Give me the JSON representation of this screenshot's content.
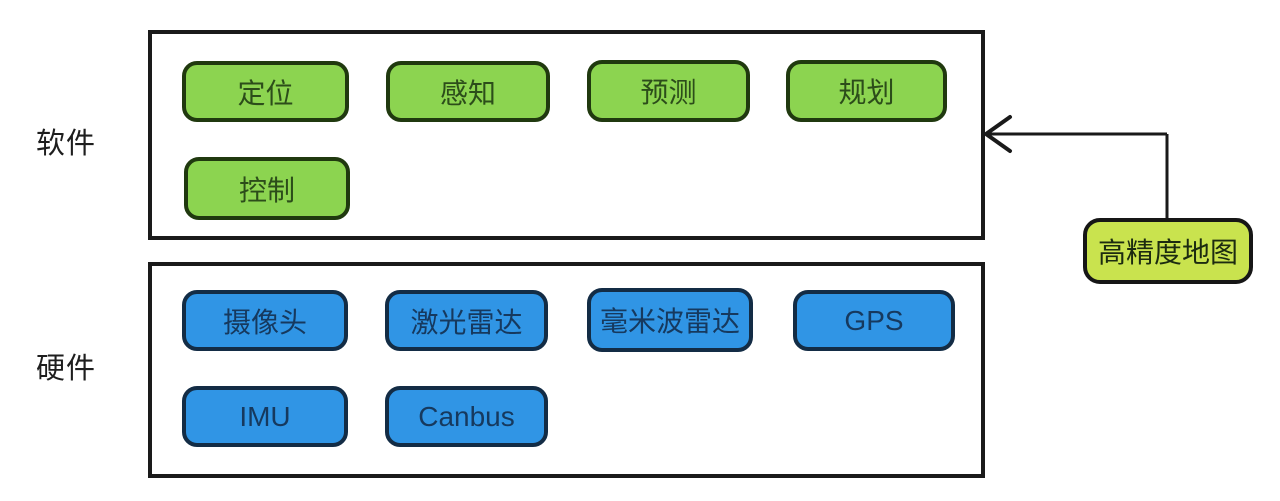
{
  "software": {
    "label": "软件",
    "modules": [
      {
        "name": "localization",
        "label": "定位"
      },
      {
        "name": "perception",
        "label": "感知"
      },
      {
        "name": "prediction",
        "label": "预测"
      },
      {
        "name": "planning",
        "label": "规划"
      },
      {
        "name": "control",
        "label": "控制"
      }
    ]
  },
  "hardware": {
    "label": "硬件",
    "modules": [
      {
        "name": "camera",
        "label": "摄像头"
      },
      {
        "name": "lidar",
        "label": "激光雷达"
      },
      {
        "name": "mmwave-radar",
        "label": "毫米波雷达"
      },
      {
        "name": "gps",
        "label": "GPS"
      },
      {
        "name": "imu",
        "label": "IMU"
      },
      {
        "name": "canbus",
        "label": "Canbus"
      }
    ]
  },
  "hd_map": {
    "label": "高精度地图"
  },
  "colors": {
    "software_node_fill": "#8cd450",
    "software_node_border": "#20390f",
    "software_node_text": "#2c4d1a",
    "hardware_node_fill": "#3095e5",
    "hardware_node_border": "#132c45",
    "hardware_node_text": "#16395e",
    "hd_map_fill": "#c9e34e",
    "hd_map_border": "#161616",
    "container_border": "#1a1a1a",
    "arrow": "#1a1a1a",
    "background": "#ffffff"
  }
}
